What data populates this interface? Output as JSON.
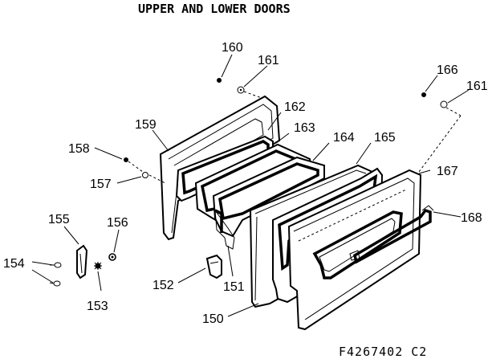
{
  "title": "UPPER AND LOWER DOORS",
  "code": "F4267402 C2",
  "labels": {
    "p150": "150",
    "p151": "151",
    "p152": "152",
    "p153": "153",
    "p154": "154",
    "p155": "155",
    "p156": "156",
    "p157": "157",
    "p158": "158",
    "p159": "159",
    "p160": "160",
    "p161a": "161",
    "p161b": "161",
    "p162": "162",
    "p163": "163",
    "p164": "164",
    "p165": "165",
    "p166": "166",
    "p167": "167",
    "p168": "168"
  }
}
